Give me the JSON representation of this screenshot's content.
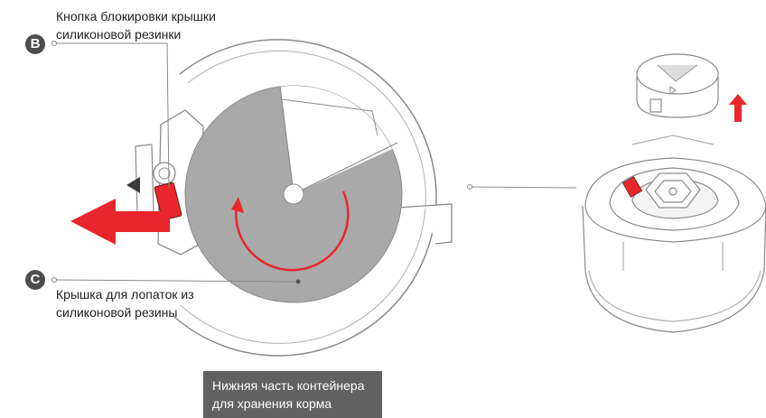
{
  "callouts": {
    "b": {
      "badge": "B",
      "line1": "Кнопка блокировки крышки",
      "line2": "силиконовой резинки"
    },
    "c": {
      "badge": "C",
      "line1": "Крышка для лопаток из",
      "line2": "силиконовой резины"
    }
  },
  "caption": {
    "line1": "Нижняя часть контейнера",
    "line2": "для хранения корма"
  },
  "colors": {
    "accent": "#e8262b",
    "disc": "#a9a9a9",
    "outline": "#888888",
    "caption_bg": "#616161",
    "badge": "#4d4d4d"
  }
}
